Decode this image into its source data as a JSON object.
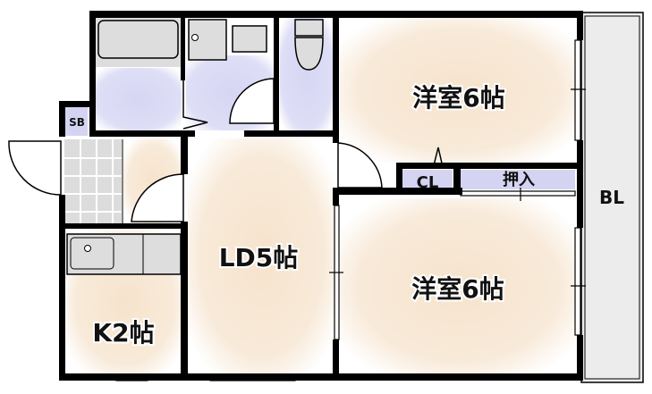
{
  "rooms": {
    "bedroom_top": "洋室6帖",
    "bedroom_bottom": "洋室6帖",
    "living_dining": "LD5帖",
    "kitchen": "K2帖",
    "closet": "CL",
    "oshiire": "押入",
    "balcony": "BL",
    "shoe_box": "SB"
  },
  "colors": {
    "wall": "#000000",
    "room_warm": "#f6e3cc",
    "wet_area": "#d8d8f4",
    "fixture": "#dcdcdc",
    "balcony": "#ececec"
  }
}
